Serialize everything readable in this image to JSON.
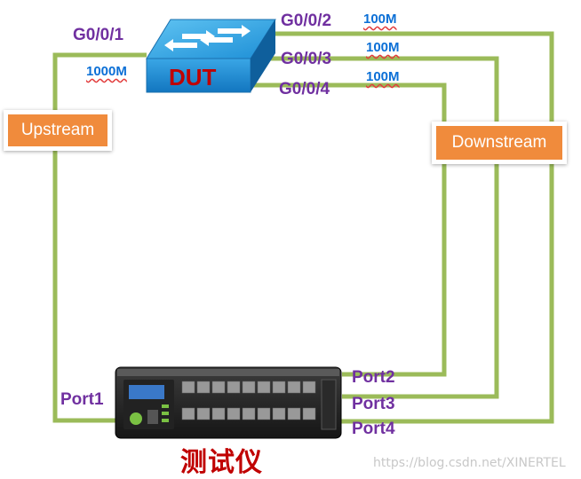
{
  "device": {
    "name": "DUT",
    "title": "测试仪"
  },
  "ports": {
    "g001": "G0/0/1",
    "g002": "G0/0/2",
    "g003": "G0/0/3",
    "g004": "G0/0/4",
    "port1": "Port1",
    "port2": "Port2",
    "port3": "Port3",
    "port4": "Port4"
  },
  "speeds": {
    "uplink": "1000M",
    "downlink_2": "100M",
    "downlink_3": "100M",
    "downlink_4": "100M"
  },
  "directions": {
    "upstream": "Upstream",
    "downstream": "Downstream"
  },
  "watermark": "https://blog.csdn.net/XINERTEL",
  "colors": {
    "cable": "#9bbb59",
    "port_label": "#7030a0",
    "speed_label": "#0b6fd6",
    "box_fill": "#f08b3c",
    "dut_text": "#c00000",
    "switch_blue": "#1e8fd6"
  }
}
